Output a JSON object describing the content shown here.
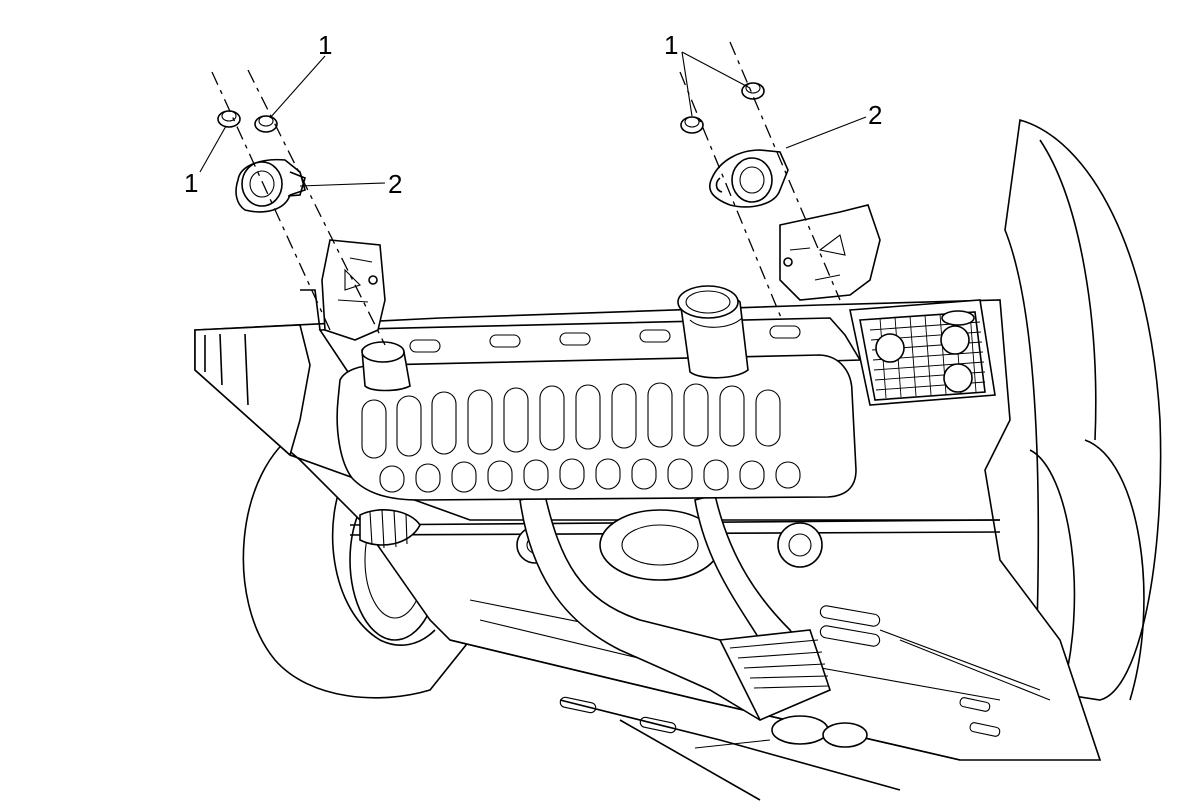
{
  "callouts": [
    {
      "id": "left-nut-top",
      "label": "1"
    },
    {
      "id": "left-nut-bottom",
      "label": "1"
    },
    {
      "id": "left-insulator",
      "label": "2"
    },
    {
      "id": "right-nuts",
      "label": "1"
    },
    {
      "id": "right-insulator",
      "label": "2"
    }
  ]
}
